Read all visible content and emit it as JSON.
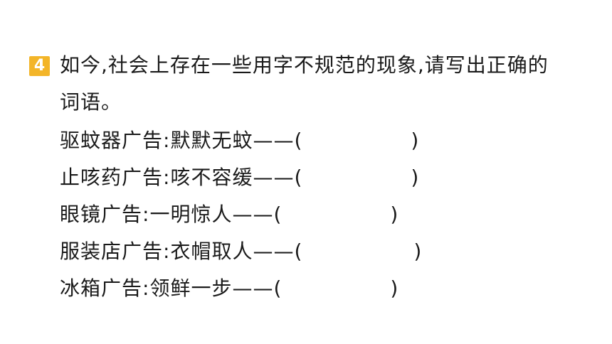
{
  "question": {
    "number": "4",
    "prompt_line1": "如今,社会上存在一些用字不规范的现象,请写出正确的",
    "prompt_line2": "词语。"
  },
  "ads": [
    {
      "label": "驱蚊器广告:",
      "phrase": "默默无蚊",
      "dash": "——",
      "open": "(",
      "close": ")"
    },
    {
      "label": "止咳药广告:",
      "phrase": "咳不容缓",
      "dash": "——",
      "open": "(",
      "close": ")"
    },
    {
      "label": "眼镜广告:",
      "phrase": "一明惊人",
      "dash": "——",
      "open": "(",
      "close": ")"
    },
    {
      "label": "服装店广告:",
      "phrase": "衣帽取人",
      "dash": "——",
      "open": "(",
      "close": ")"
    },
    {
      "label": "冰箱广告:",
      "phrase": "领鲜一步",
      "dash": "——",
      "open": "(",
      "close": ")"
    }
  ]
}
